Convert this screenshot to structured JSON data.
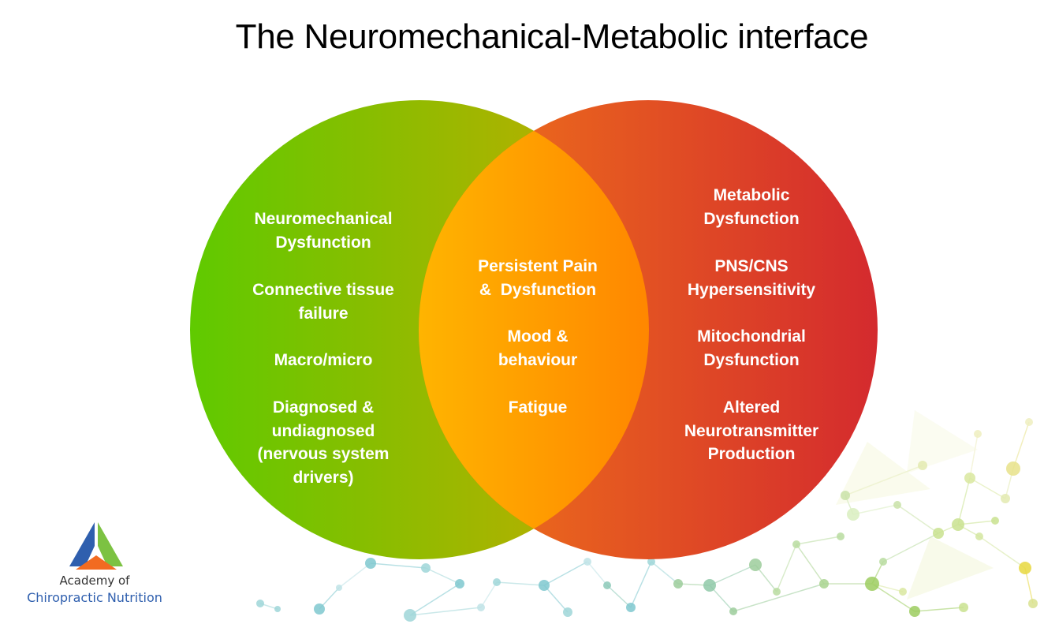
{
  "title": "The Neuromechanical-Metabolic interface",
  "left_circle": {
    "items": [
      "Neuromechanical\nDysfunction",
      "Connective tissue\nfailure",
      "Macro/micro",
      "Diagnosed &\nundiagnosed\n(nervous system\ndrivers)"
    ]
  },
  "overlap": {
    "items": [
      "Persistent Pain\n&  Dysfunction",
      "Mood &\nbehaviour",
      "Fatigue"
    ]
  },
  "right_circle": {
    "items": [
      "Metabolic\nDysfunction",
      "PNS/CNS\nHypersensitivity",
      "Mitochondrial\nDysfunction",
      "Altered\nNeurotransmitter\nProduction"
    ]
  },
  "logo": {
    "line1": "Academy of",
    "line2": "Chiropractic Nutrition"
  },
  "colors": {
    "left_start": "#5fca00",
    "left_end": "#c7aa00",
    "right_start": "#f07818",
    "right_end": "#d42a2e",
    "overlap_start": "#ffb400",
    "overlap_end": "#ff5a00",
    "logo_blue": "#2f5fae",
    "logo_green": "#7cc242",
    "logo_orange": "#f26b21"
  }
}
